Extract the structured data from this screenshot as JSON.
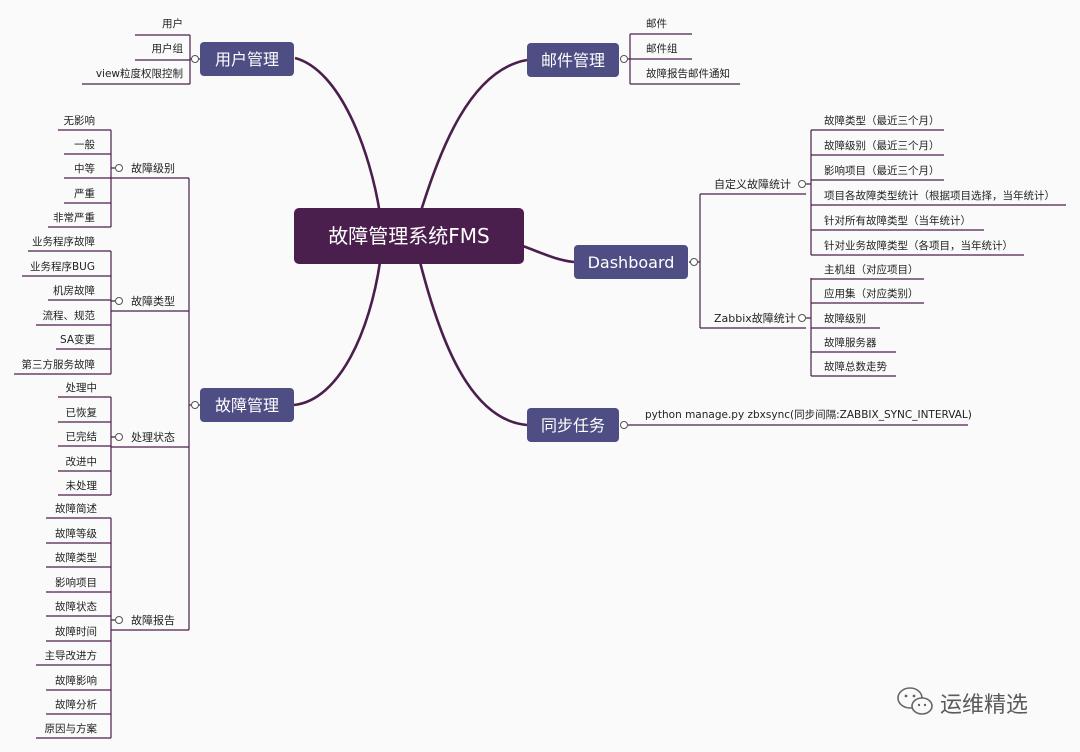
{
  "root": {
    "label": "故障管理系统FMS"
  },
  "branches": {
    "user": {
      "label": "用户管理",
      "items": [
        "用户",
        "用户组",
        "view粒度权限控制"
      ]
    },
    "mail": {
      "label": "邮件管理",
      "items": [
        "邮件",
        "邮件组",
        "故障报告邮件通知"
      ]
    },
    "dashboard": {
      "label": "Dashboard",
      "groups": [
        {
          "label": "自定义故障统计",
          "items": [
            "故障类型（最近三个月）",
            "故障级别（最近三个月）",
            "影响项目（最近三个月）",
            "项目各故障类型统计（根据项目选择，当年统计）",
            "针对所有故障类型（当年统计）",
            "针对业务故障类型（各项目，当年统计）"
          ]
        },
        {
          "label": "Zabbix故障统计",
          "items": [
            "主机组（对应项目）",
            "应用集（对应类别）",
            "故障级别",
            "故障服务器",
            "故障总数走势"
          ]
        }
      ]
    },
    "sync": {
      "label": "同步任务",
      "items": [
        "python manage.py zbxsync(同步间隔:ZABBIX_SYNC_INTERVAL)"
      ]
    },
    "fault": {
      "label": "故障管理",
      "groups": [
        {
          "label": "故障级别",
          "items": [
            "无影响",
            "一般",
            "中等",
            "严重",
            "非常严重"
          ]
        },
        {
          "label": "故障类型",
          "items": [
            "业务程序故障",
            "业务程序BUG",
            "机房故障",
            "流程、规范",
            "SA变更",
            "第三方服务故障"
          ]
        },
        {
          "label": "处理状态",
          "items": [
            "处理中",
            "已恢复",
            "已完结",
            "改进中",
            "未处理"
          ]
        },
        {
          "label": "故障报告",
          "items": [
            "故障简述",
            "故障等级",
            "故障类型",
            "影响项目",
            "故障状态",
            "故障时间",
            "主导改进方",
            "故障影响",
            "故障分析",
            "原因与方案"
          ]
        }
      ]
    }
  },
  "watermark": {
    "label": "运维精选"
  },
  "colors": {
    "line": "#4b1f4d",
    "root_fill": "#4b1f4d",
    "box_fill": "#4e4d84",
    "background": "#fafafa"
  }
}
